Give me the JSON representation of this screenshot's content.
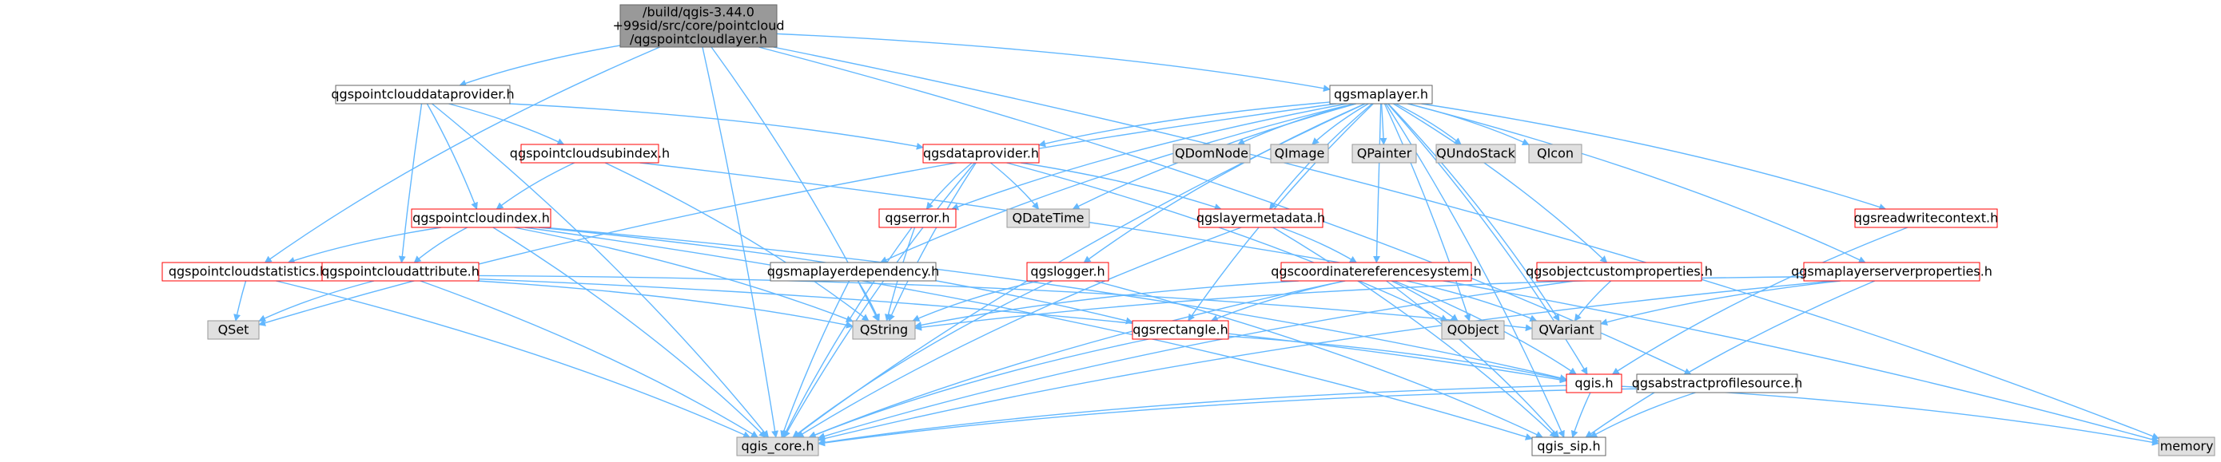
{
  "colors": {
    "edge": "#63b8ff",
    "box_border_gray": "#999999",
    "box_border_red": "#ff0000",
    "box_border_dark": "#666666",
    "root_fill": "#999999",
    "gray_fill": "#e0e0e0",
    "white_fill": "#ffffff",
    "text": "#000000"
  },
  "nodes": {
    "root": {
      "lines": [
        "/build/qgis-3.44.0",
        "+99sid/src/core/pointcloud",
        "/qgspointcloudlayer.h"
      ],
      "style": "root"
    },
    "pcdataprovider": {
      "lines": [
        "qgspointclouddataprovider.h"
      ],
      "style": "white"
    },
    "maplayer": {
      "lines": [
        "qgsmaplayer.h"
      ],
      "style": "white"
    },
    "pcsubindex": {
      "lines": [
        "qgspointcloudsubindex.h"
      ],
      "style": "red"
    },
    "dataprovider": {
      "lines": [
        "qgsdataprovider.h"
      ],
      "style": "red"
    },
    "qdomnode": {
      "lines": [
        "QDomNode"
      ],
      "style": "gray"
    },
    "qimage": {
      "lines": [
        "QImage"
      ],
      "style": "gray"
    },
    "qpainter": {
      "lines": [
        "QPainter"
      ],
      "style": "gray"
    },
    "qundostack": {
      "lines": [
        "QUndoStack"
      ],
      "style": "gray"
    },
    "qicon": {
      "lines": [
        "QIcon"
      ],
      "style": "gray"
    },
    "pcindex": {
      "lines": [
        "qgspointcloudindex.h"
      ],
      "style": "red"
    },
    "qgserror": {
      "lines": [
        "qgserror.h"
      ],
      "style": "red"
    },
    "qdatetime": {
      "lines": [
        "QDateTime"
      ],
      "style": "gray"
    },
    "layermetadata": {
      "lines": [
        "qgslayermetadata.h"
      ],
      "style": "red"
    },
    "readwritecontext": {
      "lines": [
        "qgsreadwritecontext.h"
      ],
      "style": "red"
    },
    "pcstatistics": {
      "lines": [
        "qgspointcloudstatistics.h"
      ],
      "style": "red"
    },
    "pcattribute": {
      "lines": [
        "qgspointcloudattribute.h"
      ],
      "style": "red"
    },
    "mldependency": {
      "lines": [
        "qgsmaplayerdependency.h"
      ],
      "style": "white"
    },
    "qgslogger": {
      "lines": [
        "qgslogger.h"
      ],
      "style": "red"
    },
    "crs": {
      "lines": [
        "qgscoordinatereferencesystem.h"
      ],
      "style": "red"
    },
    "objcustomprops": {
      "lines": [
        "qgsobjectcustomproperties.h"
      ],
      "style": "red"
    },
    "mlserverprops": {
      "lines": [
        "qgsmaplayerserverproperties.h"
      ],
      "style": "red"
    },
    "qset": {
      "lines": [
        "QSet"
      ],
      "style": "gray"
    },
    "qstring": {
      "lines": [
        "QString"
      ],
      "style": "gray"
    },
    "qgsrectangle": {
      "lines": [
        "qgsrectangle.h"
      ],
      "style": "red"
    },
    "qobject": {
      "lines": [
        "QObject"
      ],
      "style": "gray"
    },
    "qvariant": {
      "lines": [
        "QVariant"
      ],
      "style": "gray"
    },
    "qgish": {
      "lines": [
        "qgis.h"
      ],
      "style": "red"
    },
    "absprofile": {
      "lines": [
        "qgsabstractprofilesource.h"
      ],
      "style": "white"
    },
    "qgiscore": {
      "lines": [
        "qgis_core.h"
      ],
      "style": "gray"
    },
    "qgissip": {
      "lines": [
        "qgis_sip.h"
      ],
      "style": "white"
    },
    "memory": {
      "lines": [
        "memory"
      ],
      "style": "gray"
    }
  },
  "edges": [
    [
      "root",
      "pcdataprovider"
    ],
    [
      "root",
      "maplayer"
    ],
    [
      "root",
      "pcstatistics"
    ],
    [
      "root",
      "qstring"
    ],
    [
      "root",
      "qgiscore"
    ],
    [
      "root",
      "absprofile"
    ],
    [
      "root",
      "memory"
    ],
    [
      "pcdataprovider",
      "pcsubindex"
    ],
    [
      "pcdataprovider",
      "dataprovider"
    ],
    [
      "pcdataprovider",
      "pcindex"
    ],
    [
      "pcdataprovider",
      "pcattribute"
    ],
    [
      "pcdataprovider",
      "qgiscore"
    ],
    [
      "maplayer",
      "dataprovider"
    ],
    [
      "maplayer",
      "qdomnode"
    ],
    [
      "maplayer",
      "qimage"
    ],
    [
      "maplayer",
      "qpainter"
    ],
    [
      "maplayer",
      "qundostack"
    ],
    [
      "maplayer",
      "qicon"
    ],
    [
      "maplayer",
      "qgserror"
    ],
    [
      "maplayer",
      "qdatetime"
    ],
    [
      "maplayer",
      "layermetadata"
    ],
    [
      "maplayer",
      "readwritecontext"
    ],
    [
      "maplayer",
      "mldependency"
    ],
    [
      "maplayer",
      "qgslogger"
    ],
    [
      "maplayer",
      "crs"
    ],
    [
      "maplayer",
      "objcustomprops"
    ],
    [
      "maplayer",
      "mlserverprops"
    ],
    [
      "maplayer",
      "qset"
    ],
    [
      "maplayer",
      "qgsrectangle"
    ],
    [
      "maplayer",
      "qobject"
    ],
    [
      "maplayer",
      "qvariant"
    ],
    [
      "maplayer",
      "qgish"
    ],
    [
      "maplayer",
      "qgiscore"
    ],
    [
      "maplayer",
      "qgissip"
    ],
    [
      "pcsubindex",
      "pcindex"
    ],
    [
      "pcsubindex",
      "memory"
    ],
    [
      "pcsubindex",
      "qstring"
    ],
    [
      "dataprovider",
      "qgserror"
    ],
    [
      "dataprovider",
      "qdatetime"
    ],
    [
      "dataprovider",
      "layermetadata"
    ],
    [
      "dataprovider",
      "qobject"
    ],
    [
      "dataprovider",
      "qstring"
    ],
    [
      "dataprovider",
      "qgiscore"
    ],
    [
      "pcindex",
      "pcstatistics"
    ],
    [
      "pcindex",
      "pcattribute"
    ],
    [
      "pcindex",
      "qgsrectangle"
    ],
    [
      "pcindex",
      "qstring"
    ],
    [
      "pcindex",
      "qgiscore"
    ],
    [
      "pcindex",
      "qgish"
    ],
    [
      "pcindex",
      "qgissip"
    ],
    [
      "qgserror",
      "qstring"
    ],
    [
      "qgserror",
      "qgiscore"
    ],
    [
      "layermetadata",
      "crs"
    ],
    [
      "layermetadata",
      "qgiscore"
    ],
    [
      "layermetadata",
      "qgissip"
    ],
    [
      "readwritecontext",
      "qgish"
    ],
    [
      "pcstatistics",
      "qset"
    ],
    [
      "pcstatistics",
      "qgiscore"
    ],
    [
      "pcstatistics",
      "qvariant"
    ],
    [
      "pcattribute",
      "qset"
    ],
    [
      "pcattribute",
      "qstring"
    ],
    [
      "pcattribute",
      "qgiscore"
    ],
    [
      "pcattribute",
      "qgish"
    ],
    [
      "mldependency",
      "qstring"
    ],
    [
      "mldependency",
      "qgiscore"
    ],
    [
      "qgslogger",
      "qstring"
    ],
    [
      "qgslogger",
      "qgiscore"
    ],
    [
      "qgslogger",
      "qgissip"
    ],
    [
      "crs",
      "qgsrectangle"
    ],
    [
      "crs",
      "qobject"
    ],
    [
      "crs",
      "qvariant"
    ],
    [
      "crs",
      "qstring"
    ],
    [
      "crs",
      "qgish"
    ],
    [
      "crs",
      "qgiscore"
    ],
    [
      "crs",
      "qgissip"
    ],
    [
      "objcustomprops",
      "qvariant"
    ],
    [
      "objcustomprops",
      "qgiscore"
    ],
    [
      "mlserverprops",
      "qstring"
    ],
    [
      "mlserverprops",
      "qvariant"
    ],
    [
      "mlserverprops",
      "qgiscore"
    ],
    [
      "mlserverprops",
      "qgissip"
    ],
    [
      "qgsrectangle",
      "qgish"
    ],
    [
      "qgsrectangle",
      "qgiscore"
    ],
    [
      "qgish",
      "qgiscore"
    ],
    [
      "qgish",
      "qgissip"
    ],
    [
      "qgish",
      "memory"
    ],
    [
      "absprofile",
      "qgiscore"
    ],
    [
      "absprofile",
      "qgissip"
    ]
  ]
}
